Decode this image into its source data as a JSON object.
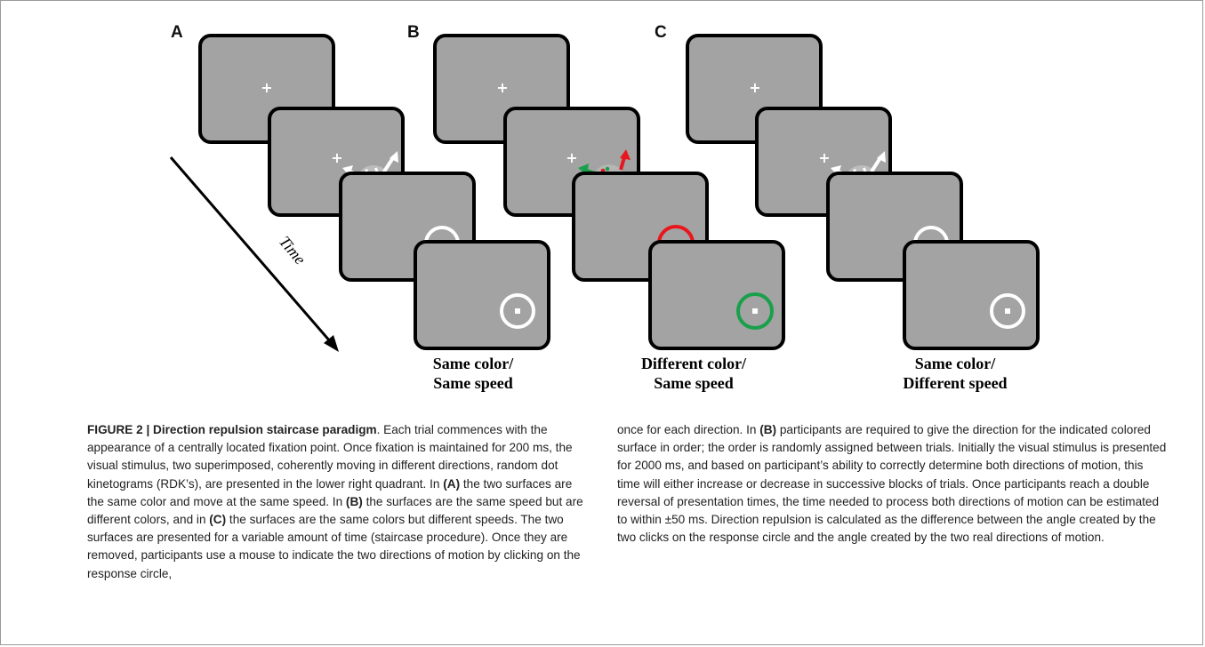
{
  "figure": {
    "panel_labels": [
      "A",
      "B",
      "C"
    ],
    "time_label": "Time",
    "conditions": [
      {
        "line1": "Same color/",
        "line2": "Same speed"
      },
      {
        "line1": "Different color/",
        "line2": "Same speed"
      },
      {
        "line1": "Same color/",
        "line2": "Different speed"
      }
    ],
    "colors": {
      "screen_fill": "#a3a3a3",
      "screen_border": "#000000",
      "white": "#ffffff",
      "red": "#e8171d",
      "green": "#18a04a"
    }
  },
  "caption": {
    "figure_label": "FIGURE 2 | Direction repulsion staircase paradigm",
    "seg1": ". Each trial commences with the appearance of a centrally located fixation point. Once fixation is maintained for 200 ms, the visual stimulus, two superimposed, coherently moving in different directions, random dot kinetograms (RDK’s), are presented in the lower right quadrant. In ",
    "ref_a": "(A)",
    "seg2": " the two surfaces are the same color and move at the same speed. In ",
    "ref_b": "(B)",
    "seg3": " the surfaces are the same speed but are different colors, and in ",
    "ref_c": "(C)",
    "seg4": " the surfaces are the same colors but different speeds. The two surfaces are presented for a variable amount of time (staircase procedure). Once they are removed, participants use a mouse to indicate the two directions of motion by clicking on the response circle,",
    "right_seg1": "once for each direction. In ",
    "right_ref_b": "(B)",
    "right_seg2": " participants are required to give the direction for the indicated colored surface in order; the order is randomly assigned between trials. Initially the visual stimulus is presented for 2000 ms, and based on participant’s ability to correctly determine both directions of motion, this time will either increase or decrease in successive blocks of trials. Once participants reach a double reversal of presentation times, the time needed to process both directions of motion can be estimated to within ±50 ms. Direction repulsion is calculated as the difference between the angle created by the two clicks on the response circle and the angle created by the two real directions of motion."
  }
}
